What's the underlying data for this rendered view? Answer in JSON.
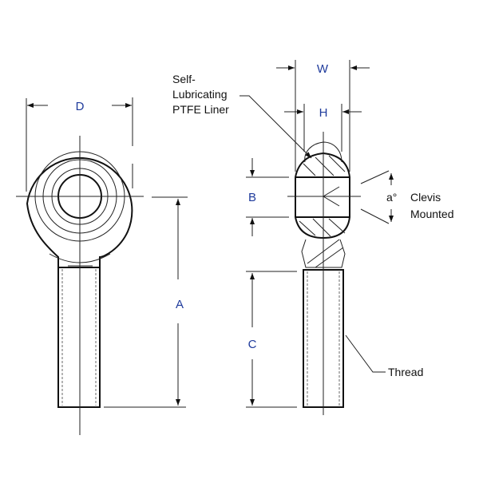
{
  "dimensions": {
    "D": "D",
    "A": "A",
    "W": "W",
    "H": "H",
    "B": "B",
    "C": "C",
    "angle": "a°"
  },
  "notes": {
    "liner_line1": "Self-",
    "liner_line2": "Lubricating",
    "liner_line3": "PTFE Liner",
    "clevis_line1": "Clevis",
    "clevis_line2": "Mounted",
    "thread": "Thread"
  },
  "colors": {
    "dimension_label": "#1f3b9c",
    "line": "#222222"
  }
}
